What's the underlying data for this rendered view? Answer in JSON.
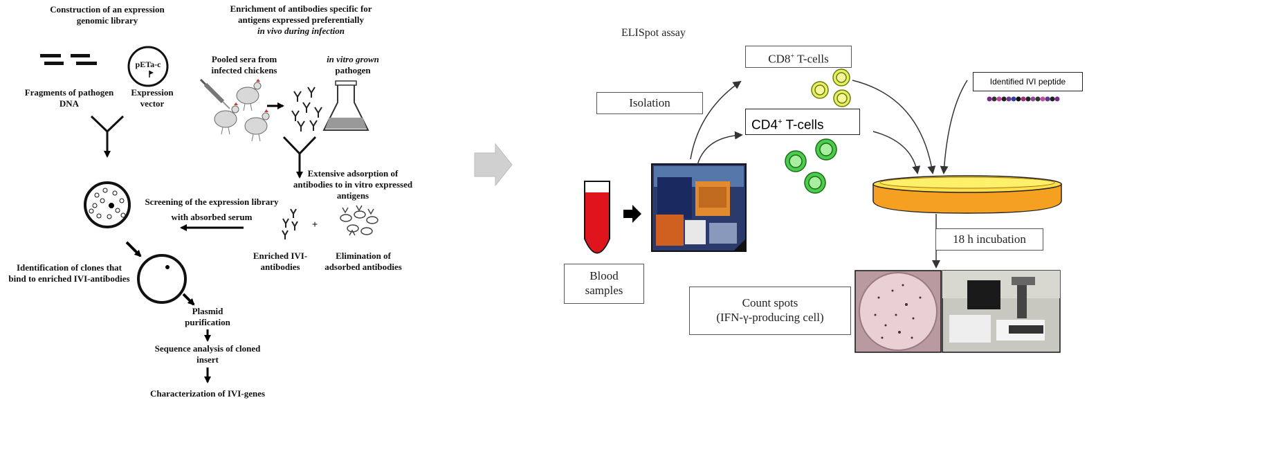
{
  "left_panel": {
    "construction_title": [
      "Construction of an expression",
      "genomic library"
    ],
    "enrichment_title": [
      "Enrichment of antibodies specific for",
      "antigens expressed preferentially",
      "in vivo during infection"
    ],
    "vector_label": "pETa-c",
    "fragments_label": [
      "Fragments of  pathogen",
      "DNA"
    ],
    "expression_vector_label": [
      "Expression",
      "vector"
    ],
    "pooled_sera_label": [
      "Pooled sera from",
      "infected chickens"
    ],
    "in_vitro_label": [
      "in vitro grown",
      "pathogen"
    ],
    "adsorption_label": [
      "Extensive adsorption of",
      "antibodies to in vitro expressed",
      "antigens"
    ],
    "screening_label": [
      "Screening of the expression library",
      "with absorbed serum"
    ],
    "enriched_label": [
      "Enriched IVI-",
      "antibodies"
    ],
    "plus_sign": "+",
    "elimination_label": [
      "Elimination of",
      "adsorbed antibodies"
    ],
    "identification_label": [
      "Identification of clones that",
      "bind to enriched IVI-antibodies"
    ],
    "plasmid_label": [
      "Plasmid",
      "purification"
    ],
    "sequence_label": [
      "Sequence analysis of cloned",
      "insert"
    ],
    "characterization_label": "Characterization of IVI-genes"
  },
  "right_panel": {
    "assay_title": "ELISpot assay",
    "cd8_label": "CD8",
    "cd8_sup": "+",
    "cd8_suffix": " T-cells",
    "cd4_label": "CD4",
    "cd4_sup": "+",
    "cd4_suffix": " T-cells",
    "isolation_label": "Isolation",
    "peptide_label": "Identified IVI peptide",
    "incubation_label": "18 h incubation",
    "blood_label": [
      "Blood",
      "samples"
    ],
    "count_label": [
      "Count spots",
      "(IFN-γ-producing cell)"
    ]
  },
  "colors": {
    "blood_red": "#e0141c",
    "cd8_cell": "#e8f060",
    "cd4_cell": "#4ccc4c",
    "dish_orange": "#f5a020",
    "dish_yellow": "#ffe04a",
    "transition_arrow": "#d0d0d0"
  },
  "icons": [
    "syringe-icon",
    "chicken-icon",
    "antibody-icon",
    "flask-icon",
    "petri-dish-icon",
    "test-tube-icon",
    "instrument-photo",
    "microscope-photo",
    "plate-photo"
  ]
}
